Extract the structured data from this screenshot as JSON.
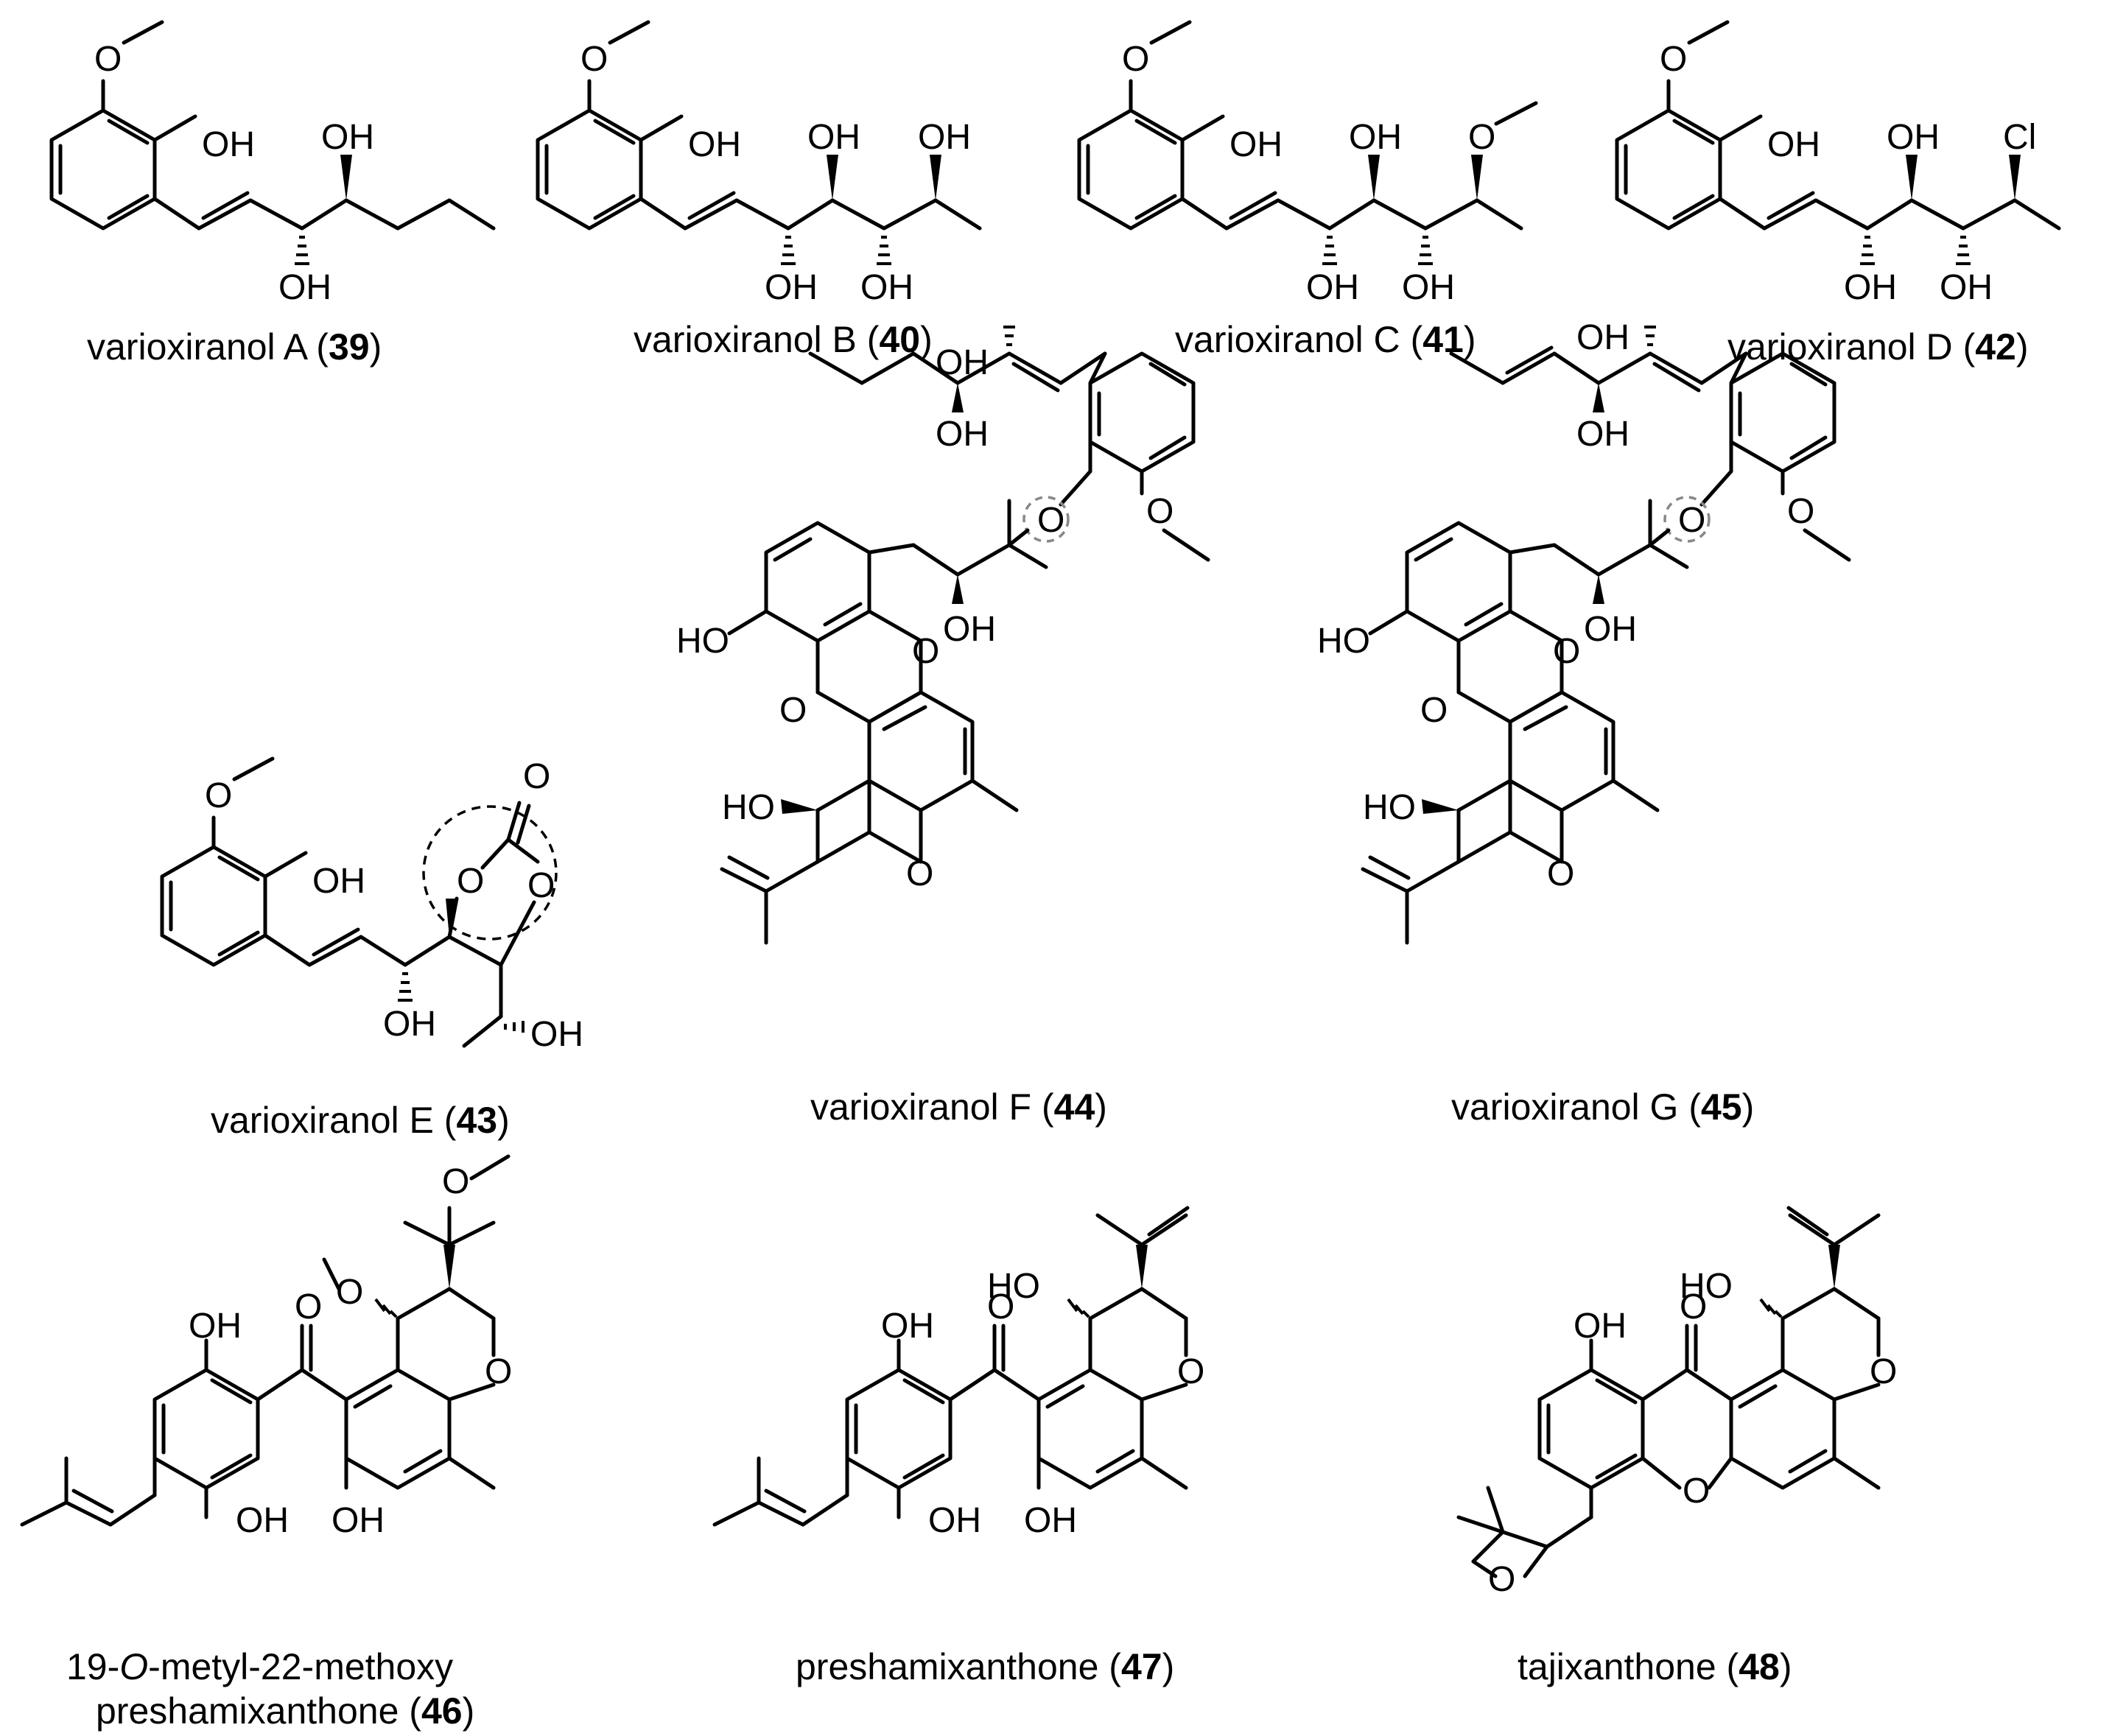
{
  "compounds": [
    {
      "name": "varioxiranol A",
      "number": "39"
    },
    {
      "name": "varioxiranol B",
      "number": "40"
    },
    {
      "name": "varioxiranol C",
      "number": "41"
    },
    {
      "name": "varioxiranol D",
      "number": "42"
    },
    {
      "name": "varioxiranol E",
      "number": "43"
    },
    {
      "name": "varioxiranol F",
      "number": "44"
    },
    {
      "name": "varioxiranol G",
      "number": "45"
    },
    {
      "name_line1_a": "19-",
      "name_line1_italic": "O",
      "name_line1_b": "-metyl-22-methoxy",
      "name_line2": "preshamixanthone",
      "number": "46"
    },
    {
      "name": "preshamixanthone",
      "number": "47"
    },
    {
      "name": "tajixanthone",
      "number": "48"
    }
  ],
  "atoms": {
    "O": "O",
    "OH": "OH",
    "HO": "HO",
    "Cl": "Cl"
  }
}
